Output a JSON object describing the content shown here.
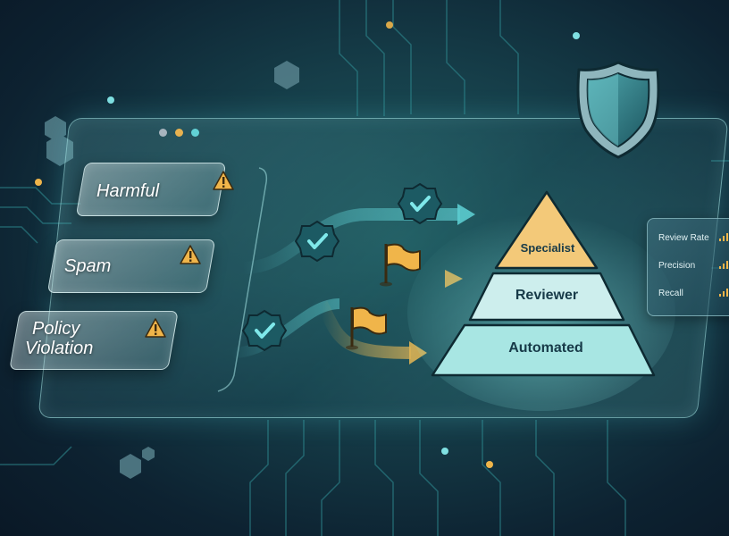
{
  "categories": [
    {
      "label_lines": [
        "Harmful"
      ],
      "status": "warning"
    },
    {
      "label_lines": [
        "Spam"
      ],
      "status": "warning"
    },
    {
      "label_lines": [
        "Policy",
        "Violation"
      ],
      "status": "warning"
    }
  ],
  "pyramid": {
    "tiers": [
      {
        "label": "Specialist",
        "color": "#f3c979"
      },
      {
        "label": "Reviewer",
        "color": "#cdeeed"
      },
      {
        "label": "Automated",
        "color": "#a8e6e3"
      }
    ]
  },
  "metrics": [
    {
      "label": "Review Rate"
    },
    {
      "label": "Precision"
    },
    {
      "label": "Recall"
    }
  ],
  "colors": {
    "teal_accent": "#5fd3d6",
    "amber_accent": "#f0b54a",
    "dark_background": "#0d2231"
  },
  "icons": [
    "shield-icon",
    "warning-icon",
    "check-badge-icon",
    "flag-icon",
    "hexagon-icon"
  ]
}
